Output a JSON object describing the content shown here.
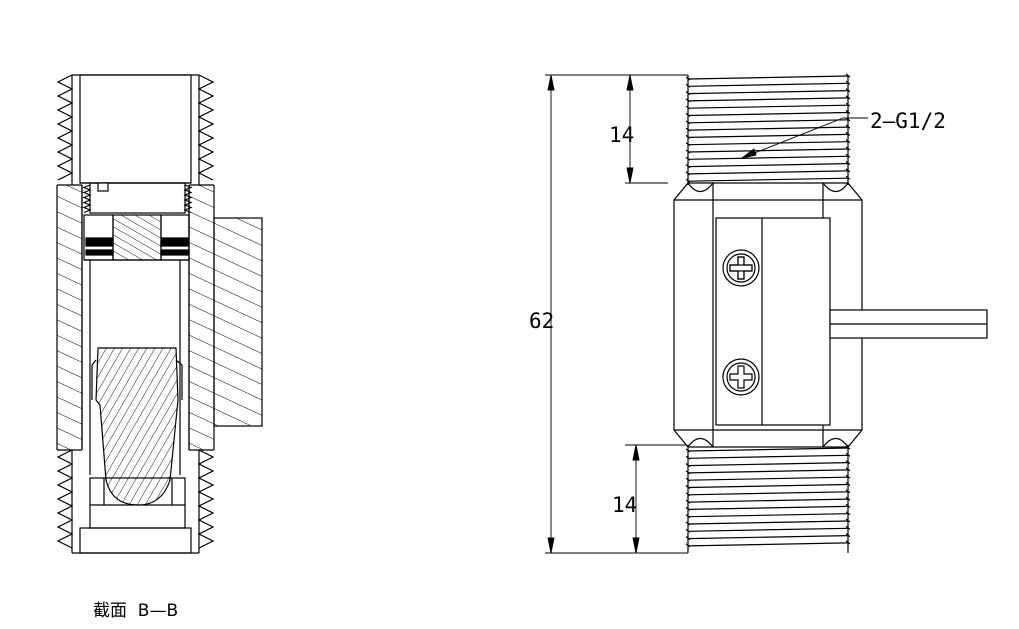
{
  "section_caption": "截面  B—B",
  "dimensions": {
    "total_height": "62",
    "top_thread_length": "14",
    "bottom_thread_length": "14",
    "thread_callout": "2—G1/2"
  },
  "colors": {
    "line": "#000000",
    "background": "#ffffff"
  }
}
